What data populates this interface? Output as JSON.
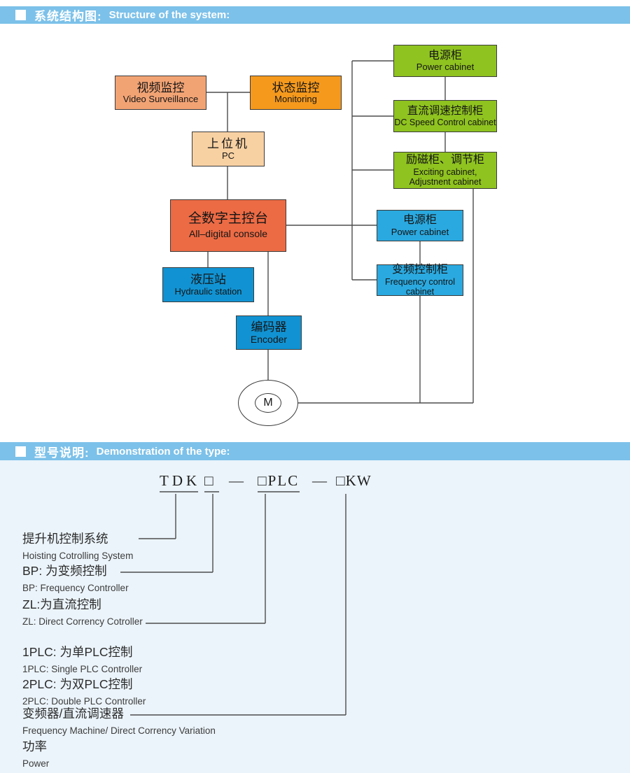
{
  "section1": {
    "header": {
      "title_cn": "系统结构图:",
      "title_en": "Structure of the system:"
    },
    "boxes": {
      "video": {
        "cn": "视频监控",
        "en": "Video Surveillance"
      },
      "monitoring": {
        "cn": "状态监控",
        "en": "Monitoring"
      },
      "pc": {
        "cn": "上位机",
        "en": "PC"
      },
      "console": {
        "cn": "全数字主控台",
        "en": "All–digital console"
      },
      "hydraulic": {
        "cn": "液压站",
        "en": "Hydraulic station"
      },
      "encoder": {
        "cn": "编码器",
        "en": "Encoder"
      },
      "power_green": {
        "cn": "电源柜",
        "en": "Power cabinet"
      },
      "dc_speed": {
        "cn": "直流调速控制柜",
        "en": "DC Speed Control cabinet"
      },
      "exciting": {
        "cn": "励磁柜、调节柜",
        "en": "Exciting cabinet, Adjustnent cabinet"
      },
      "power_blue": {
        "cn": "电源柜",
        "en": "Power cabinet"
      },
      "freq_control": {
        "cn": "变频控制柜",
        "en": "Frequency control cabinet"
      },
      "motor": {
        "label": "M"
      }
    },
    "colors": {
      "header_bar": "#7CC1E9",
      "video_box": "#F2A374",
      "monitoring_box": "#F5991D",
      "pc_box": "#F8D1A3",
      "console_box": "#EC6B45",
      "deep_blue_box": "#1193D3",
      "green_box": "#8FC31F",
      "light_blue_box": "#2AA9E0",
      "connector_line": "#4D4D4D",
      "section2_background": "#EBF4FA"
    }
  },
  "section2": {
    "header": {
      "title_cn": "型号说明:",
      "title_en": "Demonstration of the type:"
    },
    "type_code": {
      "parts": [
        "TDK",
        "□",
        "—",
        "□PLC",
        "—",
        "□KW"
      ]
    },
    "labels": [
      {
        "cn": "提升机控制系统",
        "en": "Hoisting Cotrolling System"
      },
      {
        "cn": "BP: 为变频控制",
        "en": "BP: Frequency Controller"
      },
      {
        "cn": "ZL:为直流控制",
        "en": "ZL: Direct Corrency Cotroller"
      },
      {
        "cn": "1PLC: 为单PLC控制",
        "en": "1PLC: Single PLC Controller"
      },
      {
        "cn": "2PLC: 为双PLC控制",
        "en": "2PLC: Double PLC Controller"
      },
      {
        "cn": "变频器/直流调速器",
        "en": "Frequency Machine/ Direct Corrency Variation"
      },
      {
        "cn": "功率",
        "en": "Power"
      }
    ]
  }
}
